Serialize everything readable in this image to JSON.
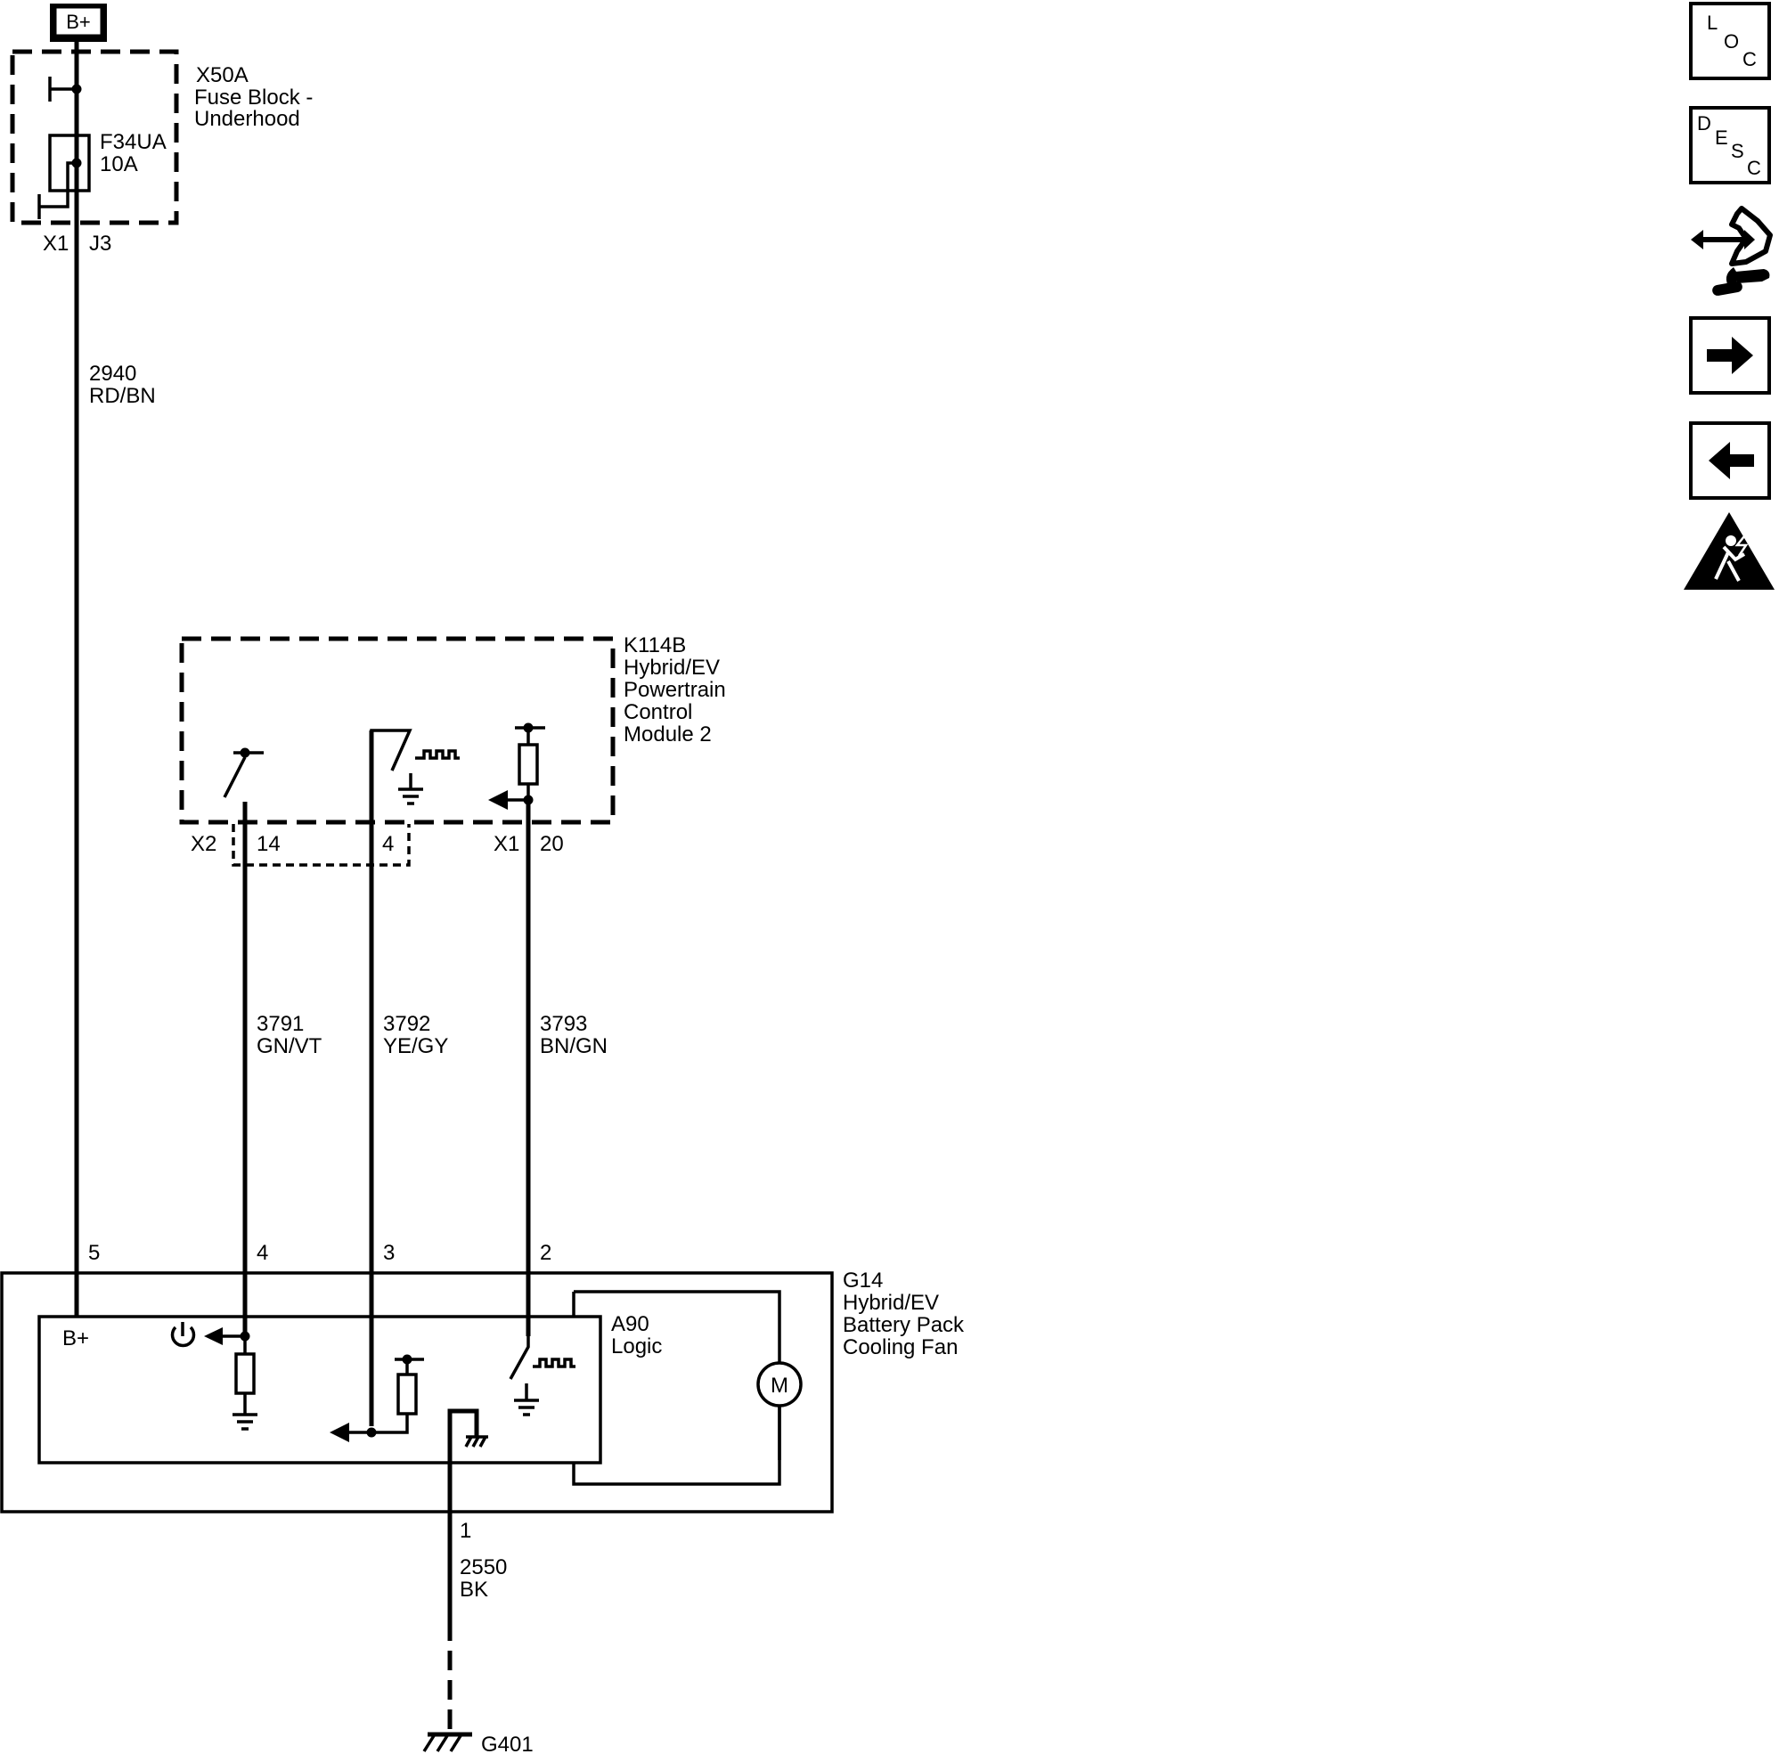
{
  "power_source": {
    "label": "B+"
  },
  "fuse_block": {
    "id": "X50A",
    "name_line1": "Fuse Block -",
    "name_line2": "Underhood",
    "fuse_id": "F34UA",
    "fuse_rating": "10A",
    "connector": "X1",
    "pin": "J3"
  },
  "wire_2940": {
    "circuit": "2940",
    "color": "RD/BN"
  },
  "pcm": {
    "id": "K114B",
    "lines": [
      "Hybrid/EV",
      "Powertrain",
      "Control",
      "Module 2"
    ],
    "conn_x2": "X2",
    "pin_14": "14",
    "pin_4": "4",
    "conn_x1": "X1",
    "pin_20": "20"
  },
  "wire_3791": {
    "circuit": "3791",
    "color": "GN/VT"
  },
  "wire_3792": {
    "circuit": "3792",
    "color": "YE/GY"
  },
  "wire_3793": {
    "circuit": "3793",
    "color": "BN/GN"
  },
  "fan": {
    "id": "G14",
    "lines": [
      "Hybrid/EV",
      "Battery Pack",
      "Cooling Fan"
    ],
    "pin_5": "5",
    "pin_4": "4",
    "pin_3": "3",
    "pin_2": "2",
    "pin_1": "1",
    "logic_id": "A90",
    "logic_name": "Logic",
    "bplus": "B+",
    "motor": "M"
  },
  "wire_2550": {
    "circuit": "2550",
    "color": "BK"
  },
  "ground": {
    "id": "G401"
  },
  "nav": {
    "loc": [
      "L",
      "O",
      "C"
    ],
    "desc": [
      "D",
      "E",
      "S",
      "C"
    ]
  }
}
